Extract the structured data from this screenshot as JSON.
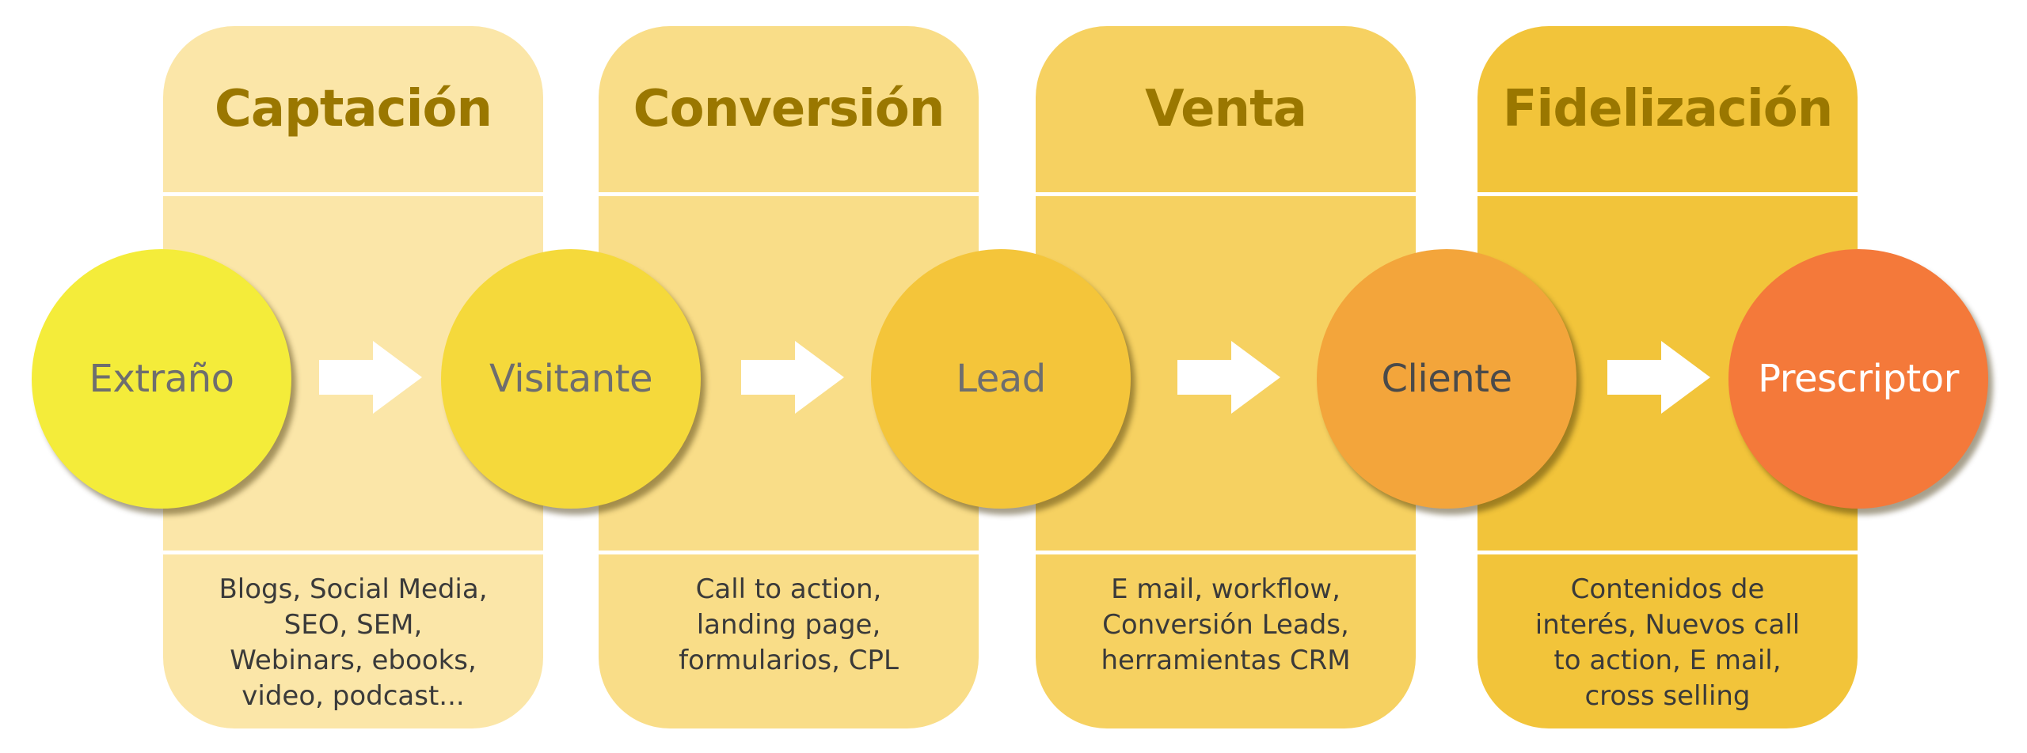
{
  "stages": [
    {
      "title": "Captación",
      "tactics": "Blogs, Social Media,\nSEO, SEM,\nWebinars, ebooks,\nvideo, podcast...",
      "bg_color": "#fbe6a8"
    },
    {
      "title": "Conversión",
      "tactics": "Call to action,\nlanding page,\nformularios, CPL",
      "bg_color": "#f9dd88"
    },
    {
      "title": "Venta",
      "tactics": "E mail, workflow,\nConversión Leads,\nherramientas CRM",
      "bg_color": "#f6d161"
    },
    {
      "title": "Fidelización",
      "tactics": "Contenidos de\ninterés, Nuevos call\nto action, E mail,\ncross selling",
      "bg_color": "#f2c43a"
    }
  ],
  "nodes": [
    {
      "label": "Extraño",
      "color": "#f4ec3a",
      "text_color": "#6e6e6e"
    },
    {
      "label": "Visitante",
      "color": "#f5d93b",
      "text_color": "#6e6e6e"
    },
    {
      "label": "Lead",
      "color": "#f4c53a",
      "text_color": "#6e6e6e"
    },
    {
      "label": "Cliente",
      "color": "#f3a53b",
      "text_color": "#4a4a4a"
    },
    {
      "label": "Prescriptor",
      "color": "#f4793a",
      "text_color": "#ffffff"
    }
  ],
  "arrows": [
    {
      "icon": "right-arrow-icon",
      "color": "#ffffff"
    },
    {
      "icon": "right-arrow-icon",
      "color": "#ffffff"
    },
    {
      "icon": "right-arrow-icon",
      "color": "#ffffff"
    },
    {
      "icon": "right-arrow-icon",
      "color": "#ffffff"
    }
  ],
  "title_color": "#9a7700"
}
